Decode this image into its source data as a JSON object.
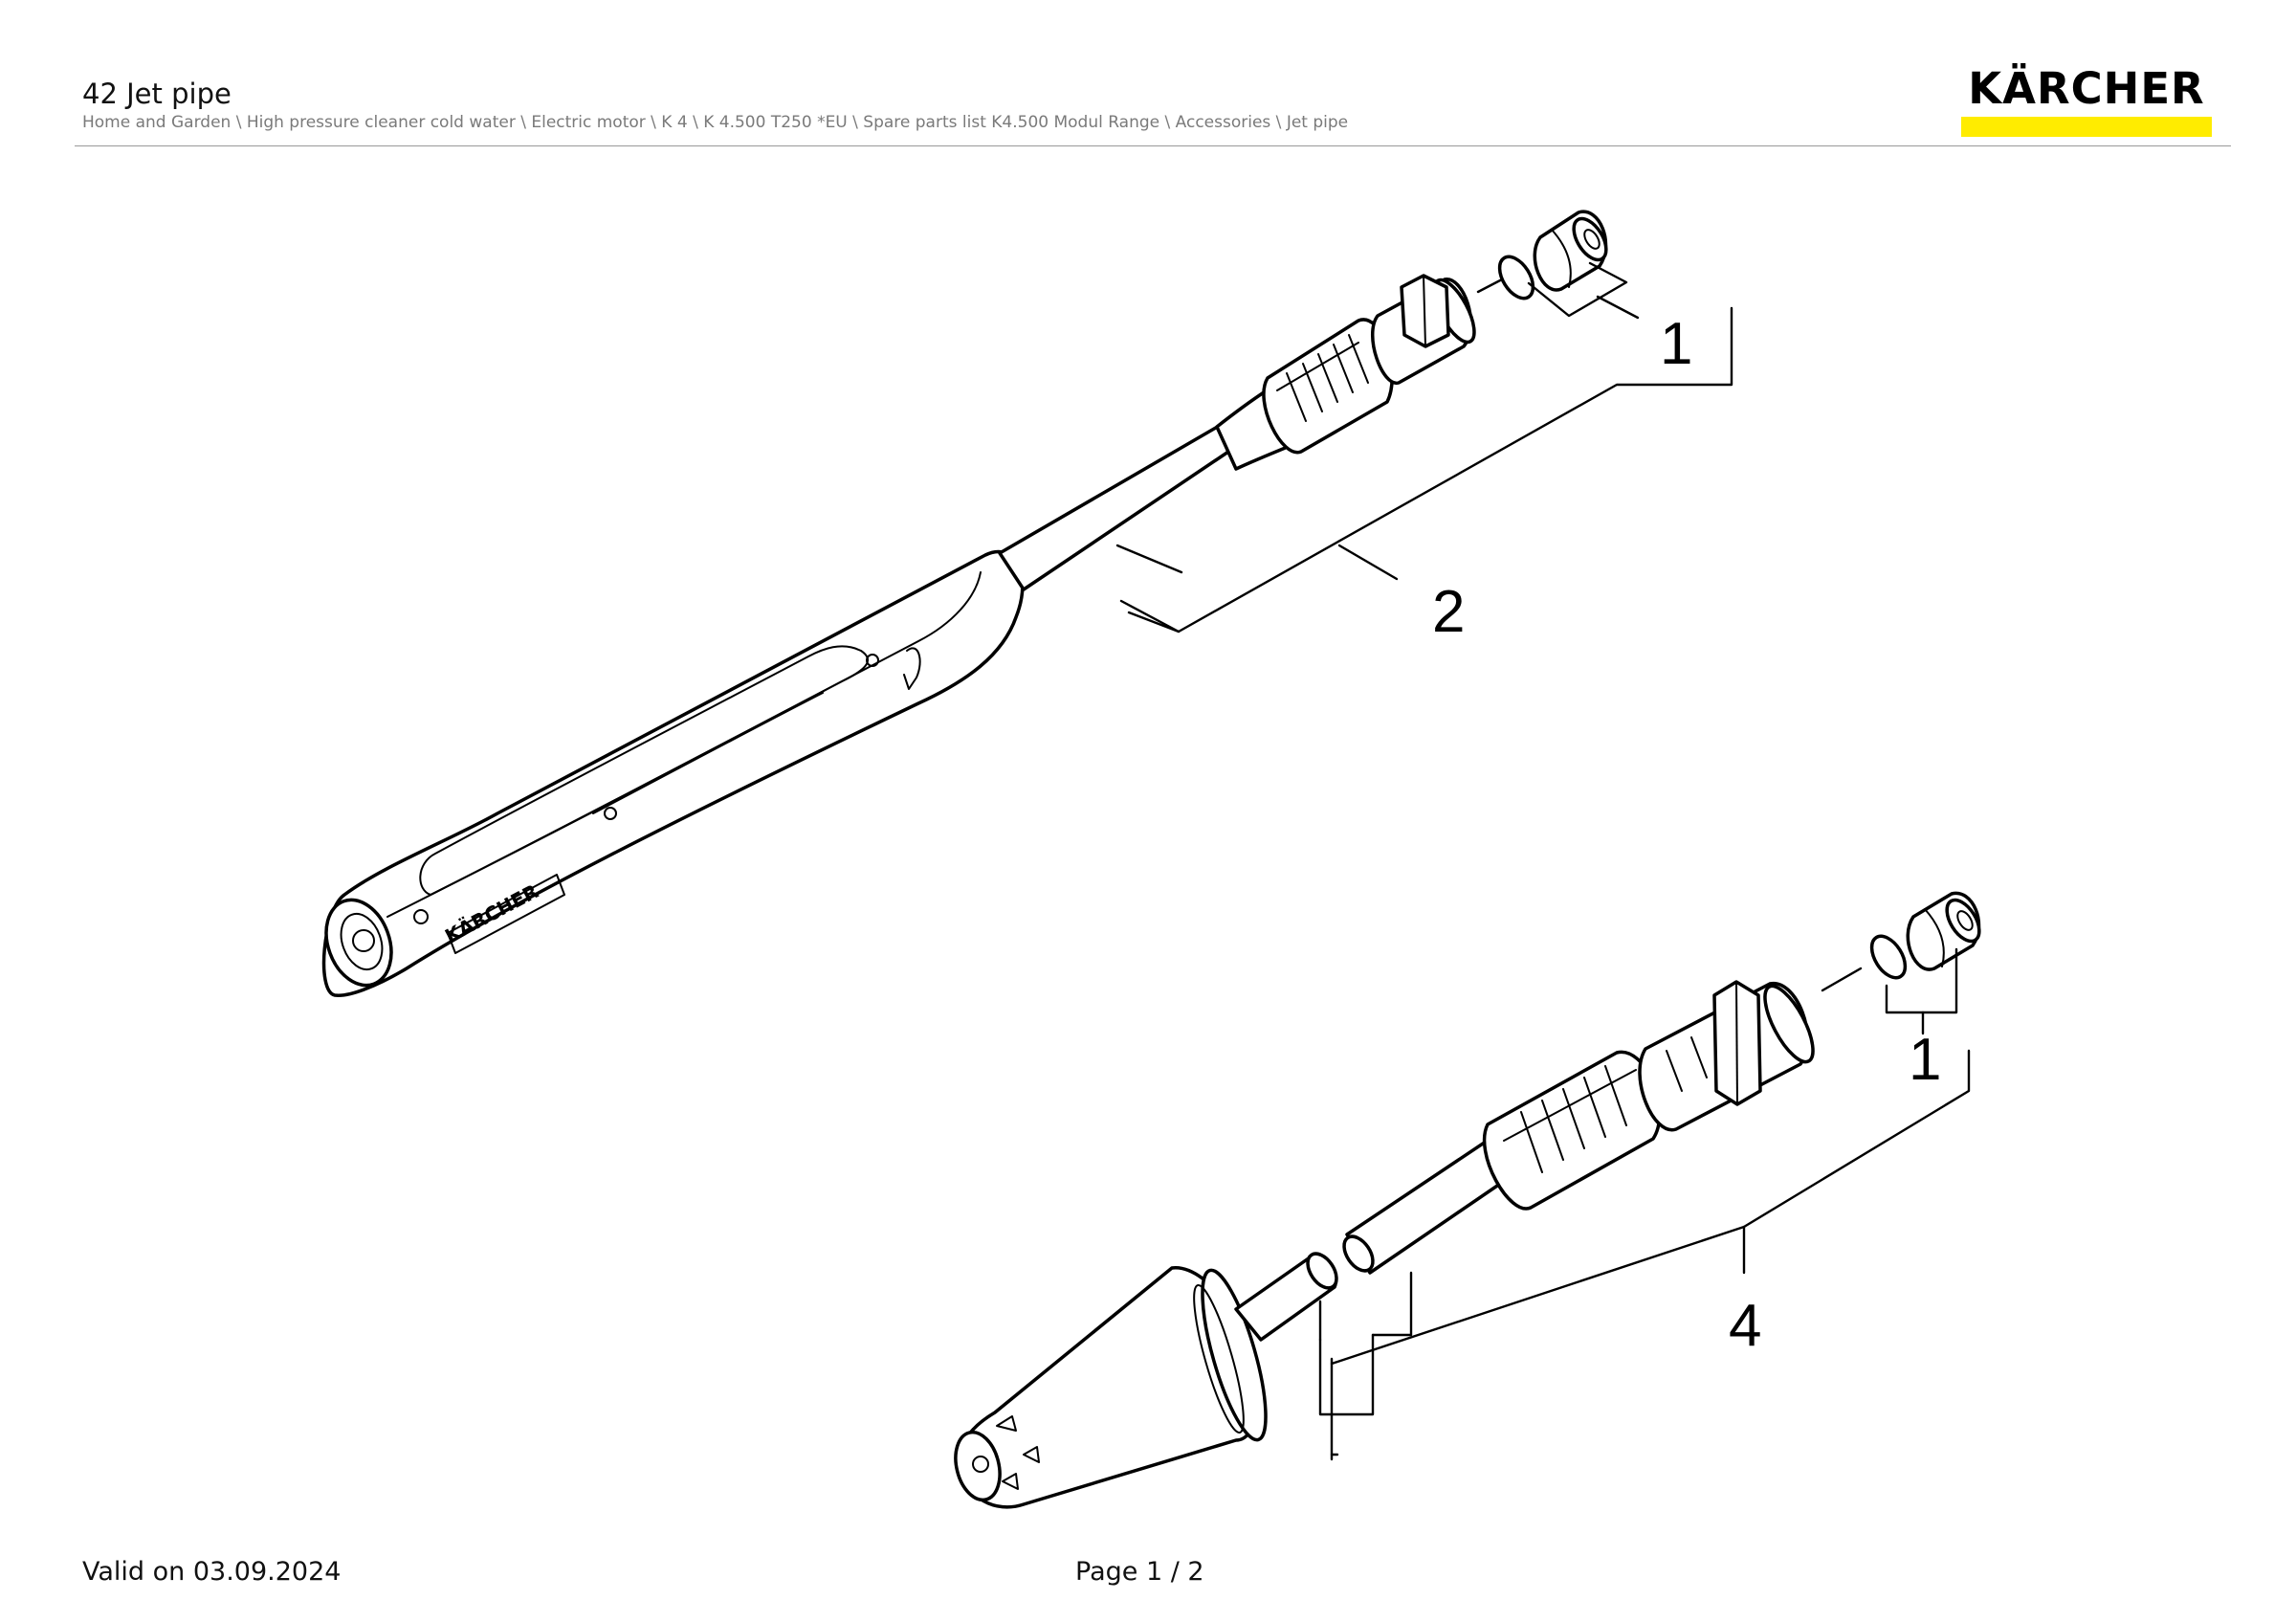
{
  "header": {
    "title": "42 Jet pipe",
    "breadcrumb": "Home and Garden \\ High pressure cleaner cold water \\ Electric motor \\ K 4 \\ K 4.500 T250 *EU \\ Spare parts list K4.500 Modul Range \\ Accessories \\ Jet pipe",
    "logo_text": "KÄRCHER",
    "logo_bar_color": "#ffec00"
  },
  "drawing": {
    "handle_brand_text": "KÄRCHER",
    "callouts": [
      {
        "number": "1"
      },
      {
        "number": "2"
      },
      {
        "number": "1"
      },
      {
        "number": "4"
      }
    ]
  },
  "footer": {
    "valid_on": "Valid on 03.09.2024",
    "page_number": "Page 1 / 2"
  }
}
